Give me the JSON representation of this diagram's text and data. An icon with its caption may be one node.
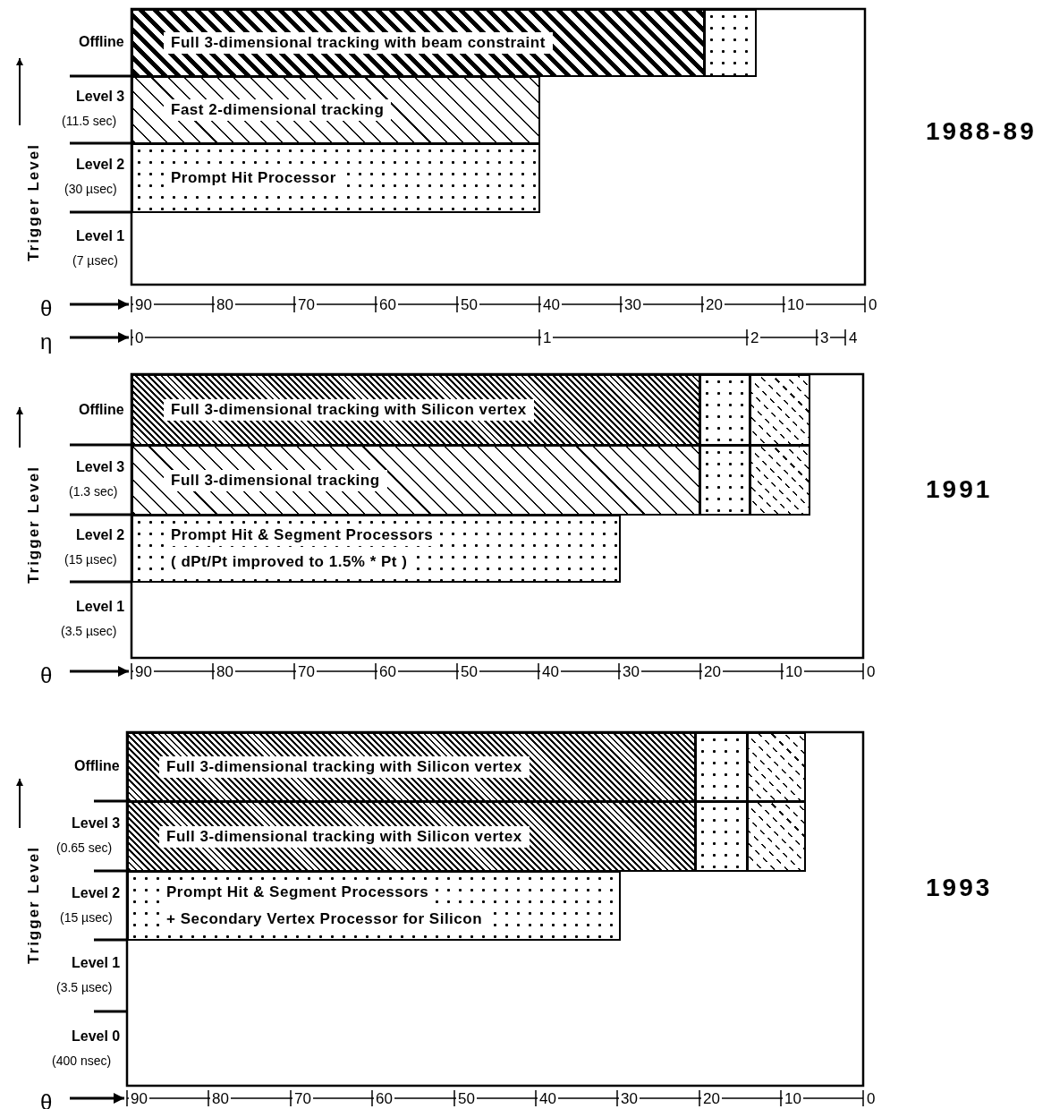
{
  "diagram": {
    "nodes": [
      {
        "text": [
          "Full 3-dimensional tracking with beam constraint"
        ]
      },
      {
        "text": [],
        "shape": "box"
      },
      {
        "text": [
          "Fast 2-dimensional tracking"
        ]
      },
      {
        "text": [
          "Prompt Hit Processor"
        ]
      },
      {
        "text": [
          "Full 3-dimensional tracking with Silicon vertex"
        ]
      },
      {
        "text": [],
        "shape": "box"
      },
      {
        "text": [],
        "shape": "box"
      },
      {
        "text": [
          "Full 3-dimensional tracking"
        ]
      },
      {
        "text": [],
        "shape": "box"
      },
      {
        "text": [],
        "shape": "box"
      },
      {
        "text": [
          "Prompt Hit & Segment Processors",
          "( dPt/Pt improved to 1.5% * Pt )"
        ]
      },
      {
        "text": [
          "Full 3-dimensional tracking with Silicon vertex"
        ]
      },
      {
        "text": [],
        "shape": "box"
      },
      {
        "text": [],
        "shape": "box"
      },
      {
        "text": [
          "Full 3-dimensional tracking with Silicon vertex"
        ]
      },
      {
        "text": [],
        "shape": "box"
      },
      {
        "text": [],
        "shape": "box"
      },
      {
        "text": [
          "Prompt Hit & Segment Processors",
          "+ Secondary Vertex Processor for Silicon"
        ]
      }
    ],
    "edges": [],
    "labels": [
      "Offline",
      "Level 3",
      "(11.5 sec)",
      "Level 2",
      "(30 µsec)",
      "Level 1",
      "(7 µsec)",
      "Trigger Level",
      "1988-89",
      "θ",
      "90",
      "80",
      "70",
      "60",
      "50",
      "40",
      "30",
      "20",
      "10",
      "0",
      "η",
      "0",
      "1",
      "2",
      "3",
      "4",
      "Offline",
      "Level 3",
      "(1.3 sec)",
      "Level 2",
      "(15 µsec)",
      "Level 1",
      "(3.5 µsec)",
      "Trigger Level",
      "1991",
      "θ",
      "90",
      "80",
      "70",
      "60",
      "50",
      "40",
      "30",
      "20",
      "10",
      "0",
      "Offline",
      "Level 3",
      "(0.65 sec)",
      "Level 2",
      "(15 µsec)",
      "Level 1",
      "(3.5 µsec)",
      "Level 0",
      "(400 nsec)",
      "Trigger Level",
      "1993",
      "θ",
      "90",
      "80",
      "70",
      "60",
      "50",
      "40",
      "30",
      "20",
      "10",
      "0"
    ]
  }
}
